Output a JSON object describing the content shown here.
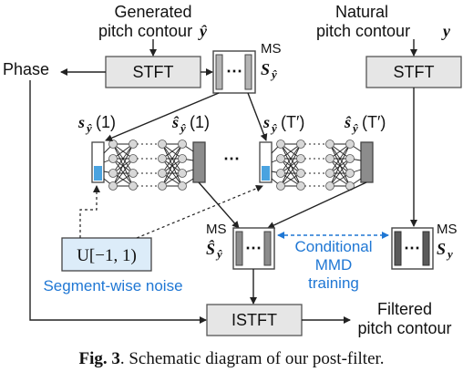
{
  "top_left": {
    "line1": "Generated",
    "line2": "pitch contour",
    "symbol": "ŷ"
  },
  "top_right": {
    "line1": "Natural",
    "line2": "pitch contour",
    "symbol": "y"
  },
  "phase_label": "Phase",
  "stft_left_label": "STFT",
  "stft_right_label": "STFT",
  "istft_label": "ISTFT",
  "ms_top": {
    "ms": "MS",
    "sym": "S",
    "sub": "ŷ"
  },
  "ms_mid_left": {
    "ms": "MS",
    "sym": "Ŝ",
    "sub": "ŷ"
  },
  "ms_mid_right": {
    "ms": "MS",
    "sym": "S",
    "sub": "y"
  },
  "seg1": {
    "sym": "s",
    "sub": "ŷ",
    "arg": "(1)"
  },
  "seg1_hat": {
    "sym": "ŝ",
    "sub": "ŷ",
    "arg": "(1)"
  },
  "segT": {
    "sym": "s",
    "sub": "ŷ",
    "arg": "(T′)"
  },
  "segT_hat": {
    "sym": "ŝ",
    "sub": "ŷ",
    "arg": "(T′)"
  },
  "ellipsis": "···",
  "ellipsis_mid": "⋯",
  "noise_box": "U[−1, 1)",
  "noise_label": "Segment-wise noise",
  "mmd_label": {
    "line1": "Conditional",
    "line2": "MMD",
    "line3": "training"
  },
  "filtered": {
    "line1": "Filtered",
    "line2": "pitch contour"
  },
  "caption": {
    "fig": "Fig. 3",
    "text": ". Schematic diagram of our post-filter."
  },
  "colors": {
    "accent_blue": "#1f77d4",
    "box_fill": "#e6e6e6",
    "noise_fill": "#dcecf9"
  }
}
